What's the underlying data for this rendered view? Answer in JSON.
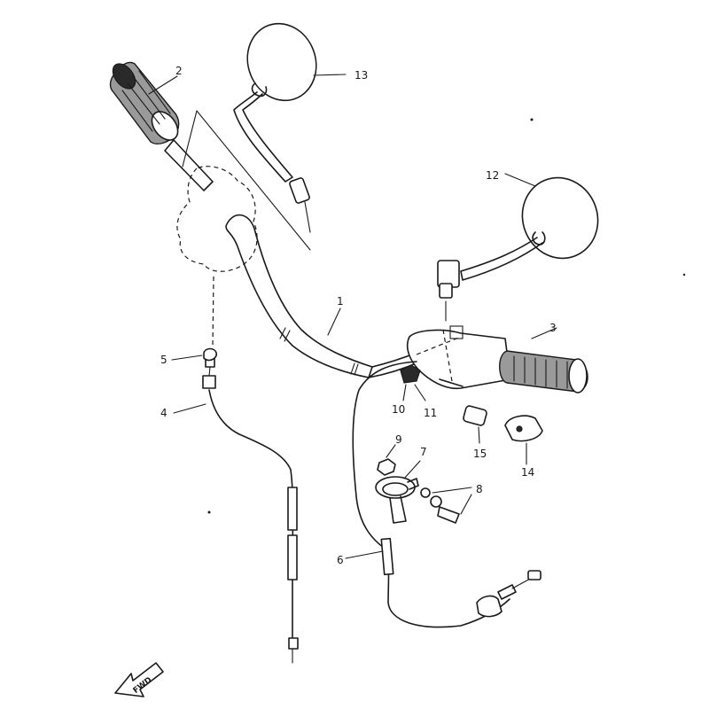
{
  "diagram": {
    "fwd_label": "FWD",
    "callouts": [
      {
        "id": "1",
        "label": "1"
      },
      {
        "id": "2",
        "label": "2"
      },
      {
        "id": "3",
        "label": "3"
      },
      {
        "id": "4",
        "label": "4"
      },
      {
        "id": "5",
        "label": "5"
      },
      {
        "id": "6",
        "label": "6"
      },
      {
        "id": "7",
        "label": "7"
      },
      {
        "id": "8",
        "label": "8"
      },
      {
        "id": "9",
        "label": "9"
      },
      {
        "id": "10",
        "label": "10"
      },
      {
        "id": "11",
        "label": "11"
      },
      {
        "id": "12",
        "label": "12"
      },
      {
        "id": "13",
        "label": "13"
      },
      {
        "id": "14",
        "label": "14"
      },
      {
        "id": "15",
        "label": "15"
      }
    ]
  }
}
